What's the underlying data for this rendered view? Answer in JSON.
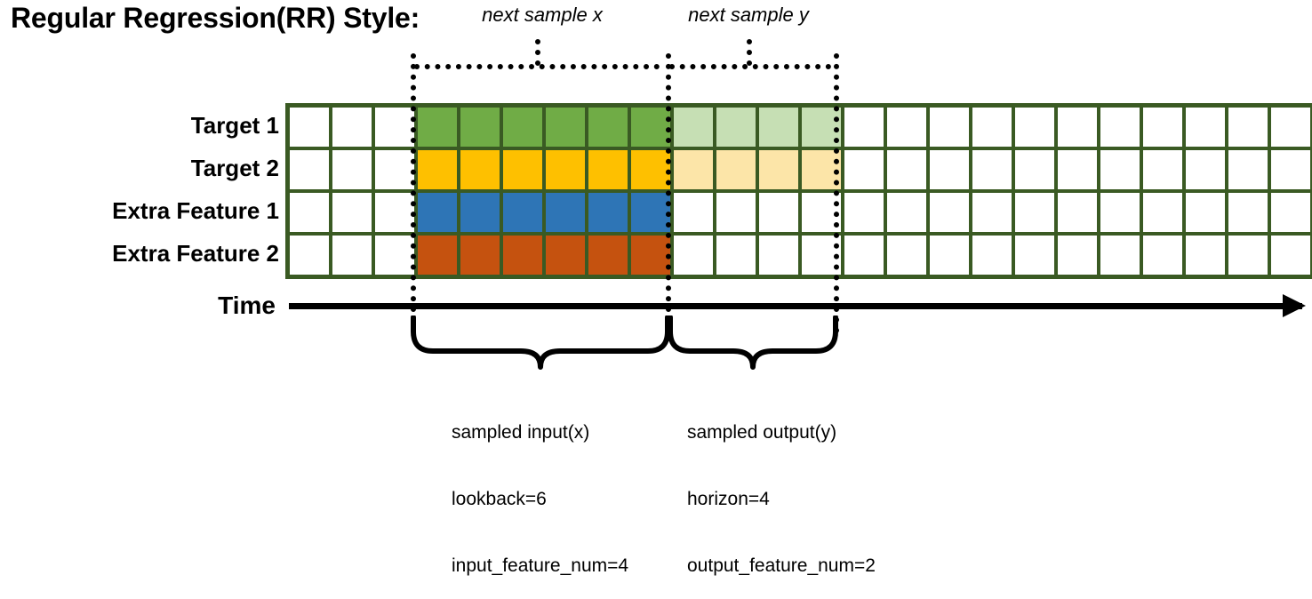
{
  "title": "Regular Regression(RR) Style:",
  "colors": {
    "grid_border": "#3a5a23",
    "target1": "#70ac46",
    "target1_light": "#c6dfb4",
    "target2": "#fec000",
    "target2_light": "#fce5a8",
    "extra1": "#2e75b6",
    "extra2": "#c5520f",
    "empty": "#ffffff",
    "ink": "#000000"
  },
  "axis": {
    "time_label": "Time"
  },
  "rows": [
    {
      "label": "Target 1",
      "name": "target-1"
    },
    {
      "label": "Target 2",
      "name": "target-2"
    },
    {
      "label": "Extra Feature 1",
      "name": "extra-feature-1"
    },
    {
      "label": "Extra Feature 2",
      "name": "extra-feature-2"
    }
  ],
  "grid": {
    "total_columns": 24,
    "leading_empty_columns": 3,
    "input_columns": 6,
    "output_columns": 4,
    "trailing_empty_columns": 11,
    "cell_states": [
      [
        "empty",
        "empty",
        "empty",
        "green",
        "green",
        "green",
        "green",
        "green",
        "green",
        "lgreen",
        "lgreen",
        "lgreen",
        "lgreen",
        "empty",
        "empty",
        "empty",
        "empty",
        "empty",
        "empty",
        "empty",
        "empty",
        "empty",
        "empty",
        "empty"
      ],
      [
        "empty",
        "empty",
        "empty",
        "yellow",
        "yellow",
        "yellow",
        "yellow",
        "yellow",
        "yellow",
        "lyellow",
        "lyellow",
        "lyellow",
        "lyellow",
        "empty",
        "empty",
        "empty",
        "empty",
        "empty",
        "empty",
        "empty",
        "empty",
        "empty",
        "empty",
        "empty"
      ],
      [
        "empty",
        "empty",
        "empty",
        "blue",
        "blue",
        "blue",
        "blue",
        "blue",
        "blue",
        "empty",
        "empty",
        "empty",
        "empty",
        "empty",
        "empty",
        "empty",
        "empty",
        "empty",
        "empty",
        "empty",
        "empty",
        "empty",
        "empty",
        "empty"
      ],
      [
        "empty",
        "empty",
        "empty",
        "orange",
        "orange",
        "orange",
        "orange",
        "orange",
        "orange",
        "empty",
        "empty",
        "empty",
        "empty",
        "empty",
        "empty",
        "empty",
        "empty",
        "empty",
        "empty",
        "empty",
        "empty",
        "empty",
        "empty",
        "empty"
      ]
    ]
  },
  "top_annotations": [
    {
      "label": "next sample x",
      "name": "next-sample-x"
    },
    {
      "label": "next sample y",
      "name": "next-sample-y"
    }
  ],
  "bottom_annotations": [
    {
      "name": "sampled-input",
      "lines": [
        "sampled input(x)",
        "lookback=6",
        "input_feature_num=4"
      ]
    },
    {
      "name": "sampled-output",
      "lines": [
        "sampled output(y)",
        "horizon=4",
        "output_feature_num=2"
      ]
    }
  ]
}
